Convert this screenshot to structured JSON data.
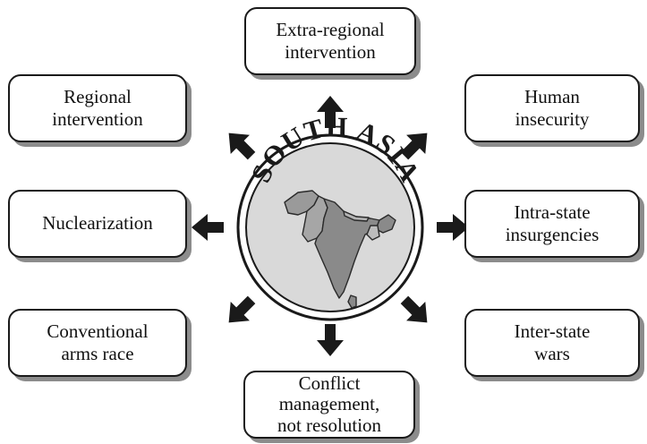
{
  "center": {
    "title": "SOUTH ASIA"
  },
  "nodes": {
    "top": "Extra-regional\nintervention",
    "top_left": "Regional\nintervention",
    "top_right": "Human\ninsecurity",
    "left": "Nuclearization",
    "right": "Intra-state\ninsurgencies",
    "bottom_left": "Conventional\narms race",
    "bottom_right": "Inter-state\nwars",
    "bottom": "Conflict\nmanagement,\nnot resolution"
  },
  "colors": {
    "box_border": "#1a1a1a",
    "box_shadow": "#8c8c8c",
    "arrow": "#1a1a1a",
    "circle_fill": "#d9d9d9",
    "map_fill": "#8a8a8a"
  },
  "icons": {
    "arrow": "thick-arrow-icon",
    "map": "south-asia-map-icon"
  }
}
